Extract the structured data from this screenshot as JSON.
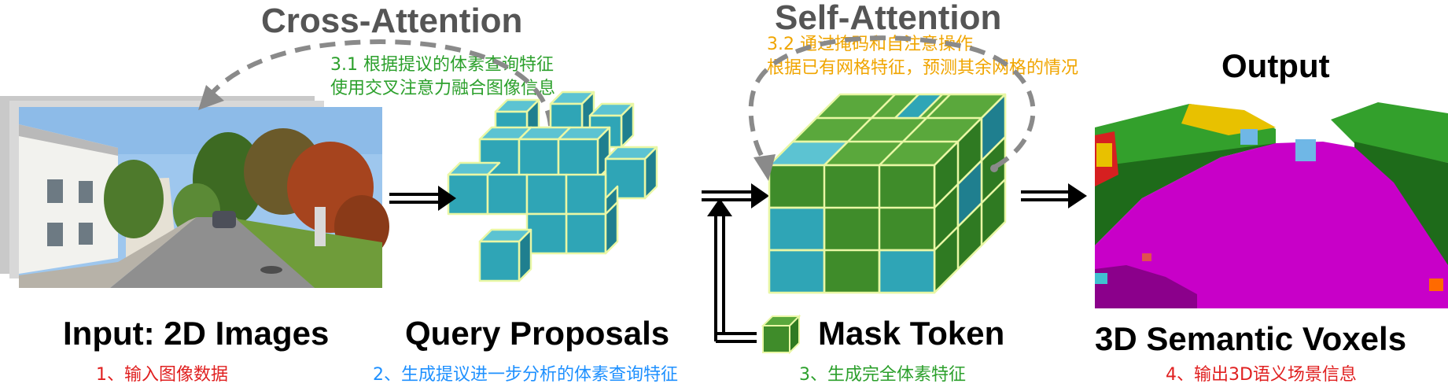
{
  "titles": {
    "cross_attention": "Cross-Attention",
    "self_attention": "Self-Attention",
    "output": "Output"
  },
  "notes": {
    "cross_attention_line1": "3.1 根据提议的体素查询特征",
    "cross_attention_line2": "使用交叉注意力融合图像信息",
    "self_attention_line1": "3.2 通过掩码和自注意操作",
    "self_attention_line2": "根据已有网格特征，预测其余网格的情况"
  },
  "labels": {
    "input": "Input: 2D Images",
    "query": "Query Proposals",
    "mask": "Mask Token",
    "voxels": "3D Semantic Voxels"
  },
  "steps": {
    "step1": "1、输入图像数据",
    "step2": "2、生成提议进一步分析的体素查询特征",
    "step3": "3、生成完全体素特征",
    "step4": "4、输出3D语义场景信息"
  },
  "colors": {
    "query_cube": "#2fa5b6",
    "mask_cube": "#3f8c2a",
    "cube_edge": "#e9f7a5",
    "arrow_gray": "#8a8a8a",
    "note_green": "#2ca02c",
    "note_orange": "#f0a500",
    "step_red": "#e02020",
    "step_blue": "#1e90ff",
    "step_green": "#2ca02c",
    "voxel_magenta": "#c800c8"
  }
}
